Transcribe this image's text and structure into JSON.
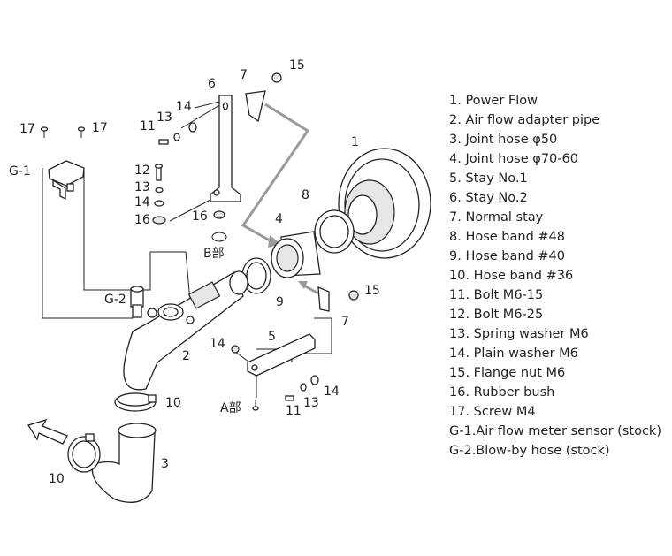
{
  "callouts": {
    "c1": "1",
    "c2": "2",
    "c3": "3",
    "c4": "4",
    "c5": "5",
    "c6": "6",
    "c7a": "7",
    "c7b": "7",
    "c8": "8",
    "c9": "9",
    "c10a": "10",
    "c10b": "10",
    "c11a": "11",
    "c11b": "11",
    "c12": "12",
    "c13a": "13",
    "c13b": "13",
    "c13c": "13",
    "c14a": "14",
    "c14b": "14",
    "c14c": "14",
    "c14d": "14",
    "c15a": "15",
    "c15b": "15",
    "c16a": "16",
    "c16b": "16",
    "c17a": "17",
    "c17b": "17",
    "g1": "G-1",
    "g2": "G-2",
    "refA": "A部",
    "refB": "B部"
  },
  "legend": [
    " 1. Power Flow",
    " 2. Air flow adapter pipe",
    " 3. Joint hose  φ50",
    " 4. Joint hose  φ70-60",
    " 5. Stay  No.1",
    " 6. Stay  No.2",
    " 7. Normal stay",
    " 8. Hose band  #48",
    " 9. Hose band  #40",
    "10. Hose band  #36",
    "11. Bolt  M6-15",
    "12. Bolt  M6-25",
    "13. Spring washer  M6",
    "14. Plain washer  M6",
    "15. Flange nut  M6",
    "16. Rubber bush",
    "17. Screw  M4",
    "G-1.Air flow meter sensor (stock)",
    "G-2.Blow-by hose (stock)"
  ]
}
